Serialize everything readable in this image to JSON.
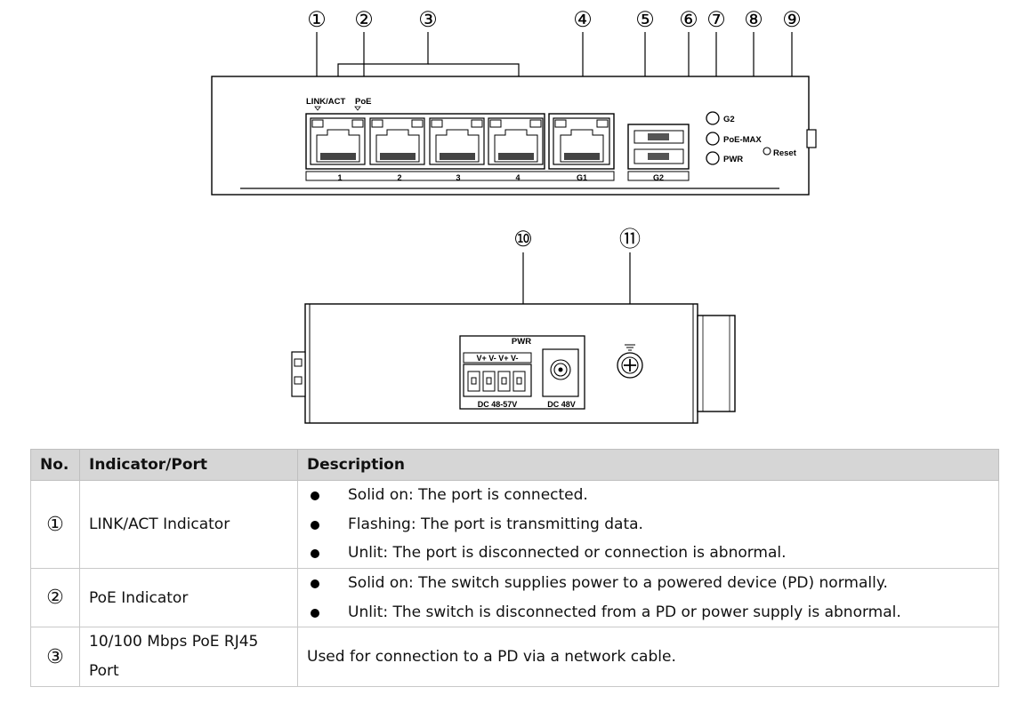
{
  "diagram": {
    "callouts": [
      "①",
      "②",
      "③",
      "④",
      "⑤",
      "⑥",
      "⑦",
      "⑧",
      "⑨",
      "⑩",
      "⑪"
    ],
    "front_panel": {
      "indicator_labels": {
        "link_act": "LINK/ACT",
        "poe": "PoE"
      },
      "port_labels": [
        "1",
        "2",
        "3",
        "4",
        "G1",
        "G2"
      ],
      "led_labels": [
        "G2",
        "PoE-MAX",
        "PWR"
      ],
      "reset_label": "Reset"
    },
    "rear_panel": {
      "pwr_label": "PWR",
      "terminal_pins": "V+ V- V+ V-",
      "terminal_rating": "DC 48-57V",
      "dc_jack_rating": "DC 48V"
    }
  },
  "table": {
    "headers": [
      "No.",
      "Indicator/Port",
      "Description"
    ],
    "rows": [
      {
        "no": "①",
        "name": "LINK/ACT Indicator",
        "items": [
          "Solid on: The port is connected.",
          "Flashing: The port is transmitting data.",
          "Unlit: The port is disconnected or connection is abnormal."
        ]
      },
      {
        "no": "②",
        "name": "PoE Indicator",
        "items": [
          "Solid on: The switch supplies power to a powered device (PD) normally.",
          "Unlit: The switch is disconnected from a PD or power supply is abnormal."
        ]
      },
      {
        "no": "③",
        "name_lines": [
          "10/100 Mbps PoE RJ45",
          "Port"
        ],
        "text": "Used for connection to a PD via a network cable."
      }
    ]
  }
}
